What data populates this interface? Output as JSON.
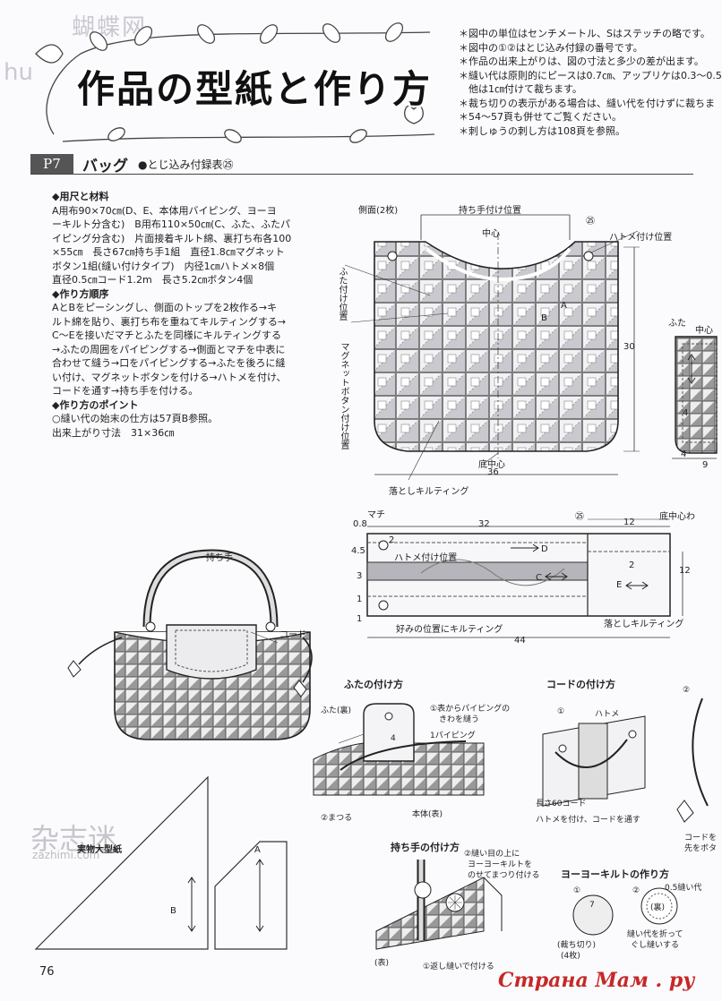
{
  "watermark": {
    "top": "蝴蝶网",
    "side": "hu",
    "bottom": "杂志迷",
    "bottom_url": "zazhimi.com"
  },
  "header": {
    "title": "作品の型紙と作り方"
  },
  "notes": [
    "＊図中の単位はセンチメートル、Sはステッチの略です。",
    "＊図中の①②はとじ込み付録の番号です。",
    "＊作品の出来上がりは、図の寸法と多少の差が出ます。",
    "＊縫い代は原則的にピースは0.7㎝、アップリケは0.3〜0.5",
    "　他は1㎝付けて裁ちます。",
    "＊裁ち切りの表示がある場合は、縫い代を付けずに裁ちま",
    "＊54〜57頁も併せてご覧ください。",
    "＊刺しゅうの刺し方は108頁を参照。"
  ],
  "section": {
    "page_tag": "P7",
    "title": "バッグ",
    "subtitle": "●とじ込み付録表㉕"
  },
  "materials": {
    "heading": "◆用尺と材料",
    "lines": [
      "A用布90×70㎝(D、E、本体用バイピング、ヨーヨ",
      "ーキルト分含む)　B用布110×50㎝(C、ふた、ふたパ",
      "イピング分含む)　片面接着キルト綿、裏打ち布各100",
      "×55㎝　長さ67㎝持ち手1組　直径1.8㎝マグネット",
      "ボタン1組(縫い付けタイプ)　内径1㎝ハトメ×8個",
      "直径0.5㎝コード1.2m　長さ5.2㎝ボタン4個"
    ]
  },
  "steps": {
    "heading": "◆作り方順序",
    "lines": [
      "AとBをピーシングし、側面のトップを2枚作る→キ",
      "ルト綿を貼り、裏打ち布を重ねてキルティングする→",
      "C〜Eを接いだマチとふたを同様にキルティングする",
      "→ふたの周囲をパイピングする→側面とマチを中表に",
      "合わせて縫う→口をパイピングする→ふたを後ろに縫",
      "い付け、マグネットボタンを付ける→ハトメを付け、",
      "コードを通す→持ち手を付ける。"
    ]
  },
  "points": {
    "heading": "◆作り方のポイント",
    "lines": [
      "○縫い代の始末の仕方は57頁B参照。"
    ],
    "size": "出来上がり寸法　31×36㎝"
  },
  "side_panel": {
    "label": "側面(2枚)",
    "handle_pos": "持ち手付け位置",
    "center": "中心",
    "num25": "㉕",
    "eyelet_pos": "ハトメ付け位置",
    "lid_pos": "ふた付け位置",
    "magnet_pos": "マグネットボタン付け位置",
    "height": "30",
    "bottom_center": "底中心",
    "width": "36",
    "quilting": "落としキルティング",
    "piece_a": "A",
    "piece_b": "B"
  },
  "lid_panel": {
    "label": "ふた",
    "center": "中心",
    "dim4a": "4",
    "dim4b": "4",
    "dim9": "9"
  },
  "gusset": {
    "label": "マチ",
    "d08": "0.8",
    "d32": "32",
    "num25": "㉕",
    "d12": "12",
    "bottom_center": "底中心わ",
    "d2": "2",
    "d45": "4.5",
    "eyelet_pos": "ハトメ付け位置",
    "d3": "3",
    "d1a": "1",
    "d1b": "1",
    "piece_d": "D",
    "piece_c": "C",
    "piece_e": "E",
    "d2b": "2",
    "d12b": "12",
    "quilting_free": "好みの位置にキルティング",
    "quilting_drop": "落としキルティング",
    "d44": "44"
  },
  "bag_illustration": {
    "handle": "持ち手",
    "cord": "コード"
  },
  "lid_attach": {
    "title": "ふたの付け方",
    "lid_back": "ふた(裏)",
    "step1": "①表からパイピングの",
    "step1b": "きわを縫う",
    "piping": "1パイピング",
    "dim4": "4",
    "step2": "②まつる",
    "body": "本体(表)"
  },
  "cord_attach": {
    "title": "コードの付け方",
    "n1": "①",
    "eyelet": "ハトメ",
    "n2": "②",
    "cord_len": "長さ60コード",
    "text": "ハトメを付け、コードを通す",
    "cut1": "コードを",
    "cut2": "先をボタ"
  },
  "handle_attach": {
    "title": "持ち手の付け方",
    "s2a": "②縫い目の上に",
    "s2b": "ヨーヨーキルトを",
    "s2c": "のせてまつり付ける",
    "front": "(表)",
    "s1": "①返し縫いで付ける"
  },
  "yoyo": {
    "title": "ヨーヨーキルトの作り方",
    "n1": "①",
    "seam": "0.5縫い代",
    "seven": "7",
    "cut": "(裁ち切り)",
    "count": "(4枚)",
    "back": "(裏)",
    "fold1": "縫い代を折って",
    "fold2": "ぐし縫いする",
    "n2": "②"
  },
  "pattern": {
    "label": "実物大型紙",
    "a": "A",
    "b": "B"
  },
  "footer": {
    "page": "76",
    "site": "Страна Мам . ру"
  }
}
